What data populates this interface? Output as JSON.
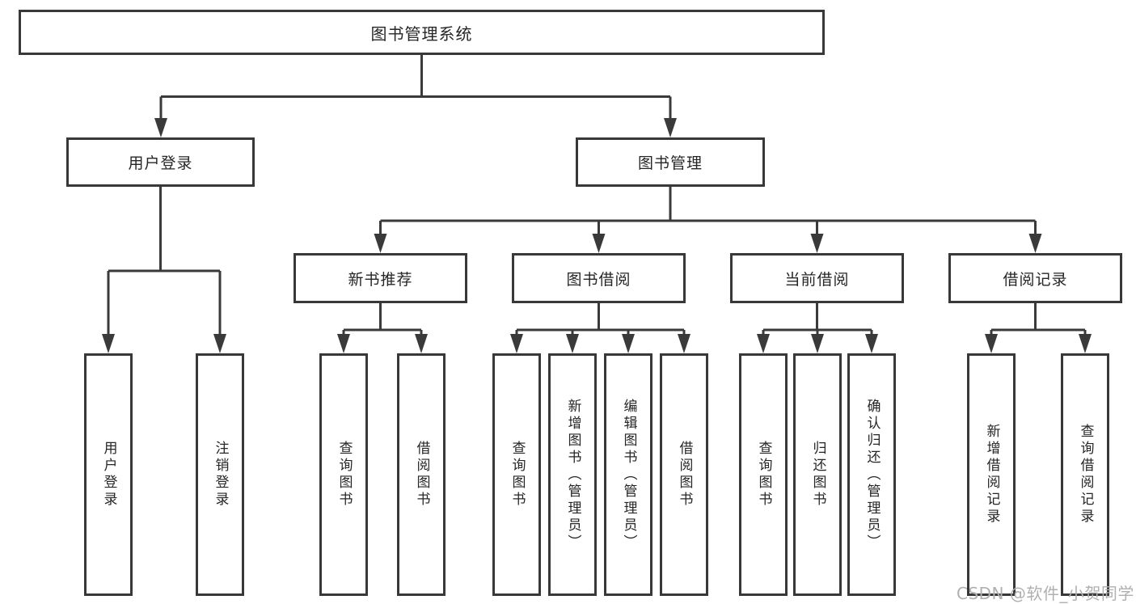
{
  "diagram_title": "图书管理系统",
  "watermark": "CSDN @软件_小贺同学",
  "colors": {
    "line": "#3a3a3a",
    "border": "#383838",
    "text": "#262626",
    "watermark": "#b0b0b0",
    "background": "#ffffff"
  },
  "nodes": {
    "root": {
      "label": "图书管理系统"
    },
    "user_login": {
      "label": "用户登录"
    },
    "book_mgmt": {
      "label": "图书管理"
    },
    "new_book_rec": {
      "label": "新书推荐"
    },
    "book_borrow": {
      "label": "图书借阅"
    },
    "current_borrow": {
      "label": "当前借阅"
    },
    "borrow_records": {
      "label": "借阅记录"
    },
    "ul_login": {
      "label": "用户登录"
    },
    "ul_logout": {
      "label": "注销登录"
    },
    "nbr_query": {
      "label": "查询图书"
    },
    "nbr_borrow": {
      "label": "借阅图书"
    },
    "bb_query": {
      "label": "查询图书"
    },
    "bb_add": {
      "label": "新增图书（管理员）"
    },
    "bb_edit": {
      "label": "编辑图书（管理员）"
    },
    "bb_borrow": {
      "label": "借阅图书"
    },
    "cb_query": {
      "label": "查询图书"
    },
    "cb_return": {
      "label": "归还图书"
    },
    "cb_confirm": {
      "label": "确认归还（管理员）"
    },
    "br_add": {
      "label": "新增借阅记录"
    },
    "br_query": {
      "label": "查询借阅记录"
    }
  },
  "hierarchy": {
    "图书管理系统": {
      "用户登录": [
        "用户登录",
        "注销登录"
      ],
      "图书管理": {
        "新书推荐": [
          "查询图书",
          "借阅图书"
        ],
        "图书借阅": [
          "查询图书",
          "新增图书（管理员）",
          "编辑图书（管理员）",
          "借阅图书"
        ],
        "当前借阅": [
          "查询图书",
          "归还图书",
          "确认归还（管理员）"
        ],
        "借阅记录": [
          "新增借阅记录",
          "查询借阅记录"
        ]
      }
    }
  }
}
